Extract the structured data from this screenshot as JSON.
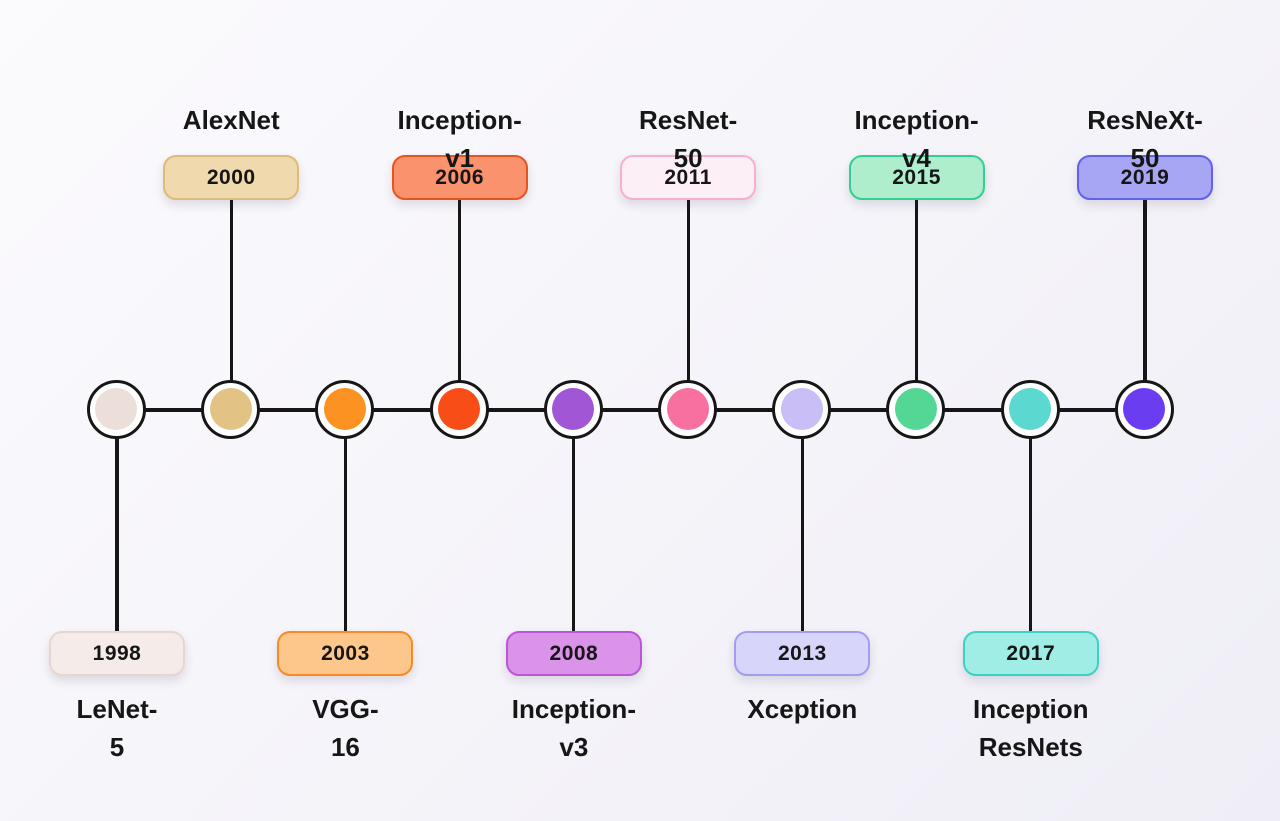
{
  "diagram": {
    "description": "Timeline of CNN architectures",
    "line_color": "#161616",
    "node_ring_color": "#ffffff",
    "text_color": "#161616",
    "background_from": "#fbfafd",
    "background_to": "#efeef6",
    "milestones": [
      {
        "name": "LeNet-5",
        "year": "1998",
        "side": "bottom",
        "dot_color": "#ecded9",
        "badge_bg": "#f5ebe8",
        "badge_border": "#e7d6d0"
      },
      {
        "name": "AlexNet",
        "year": "2000",
        "side": "top",
        "dot_color": "#e3c285",
        "badge_bg": "#f0d9ac",
        "badge_border": "#dcbb7c"
      },
      {
        "name": "VGG-16",
        "year": "2003",
        "side": "bottom",
        "dot_color": "#fb9221",
        "badge_bg": "#fdc78b",
        "badge_border": "#f68b24"
      },
      {
        "name": "Inception-v1",
        "year": "2006",
        "side": "top",
        "dot_color": "#f94d17",
        "badge_bg": "#f9926d",
        "badge_border": "#e8541f"
      },
      {
        "name": "Inception-v3",
        "year": "2008",
        "side": "bottom",
        "dot_color": "#a156d6",
        "badge_bg": "#da93e8",
        "badge_border": "#bc55d8"
      },
      {
        "name": "ResNet-50",
        "year": "2011",
        "side": "top",
        "dot_color": "#f7709f",
        "badge_bg": "#fdeff6",
        "badge_border": "#f9aed0"
      },
      {
        "name": "Xception",
        "year": "2013",
        "side": "bottom",
        "dot_color": "#c9bef5",
        "badge_bg": "#d8d5fa",
        "badge_border": "#a29df0"
      },
      {
        "name": "Inception-v4",
        "year": "2015",
        "side": "top",
        "dot_color": "#54d795",
        "badge_bg": "#aeeecd",
        "badge_border": "#33cf90"
      },
      {
        "name": "Inception\nResNets",
        "year": "2017",
        "side": "bottom",
        "dot_color": "#5bd8cf",
        "badge_bg": "#9fede4",
        "badge_border": "#3bd2c3"
      },
      {
        "name": "ResNeXt-50",
        "year": "2019",
        "side": "top",
        "dot_color": "#6a3ef0",
        "badge_bg": "#a6a6f5",
        "badge_border": "#6061ef"
      }
    ]
  }
}
